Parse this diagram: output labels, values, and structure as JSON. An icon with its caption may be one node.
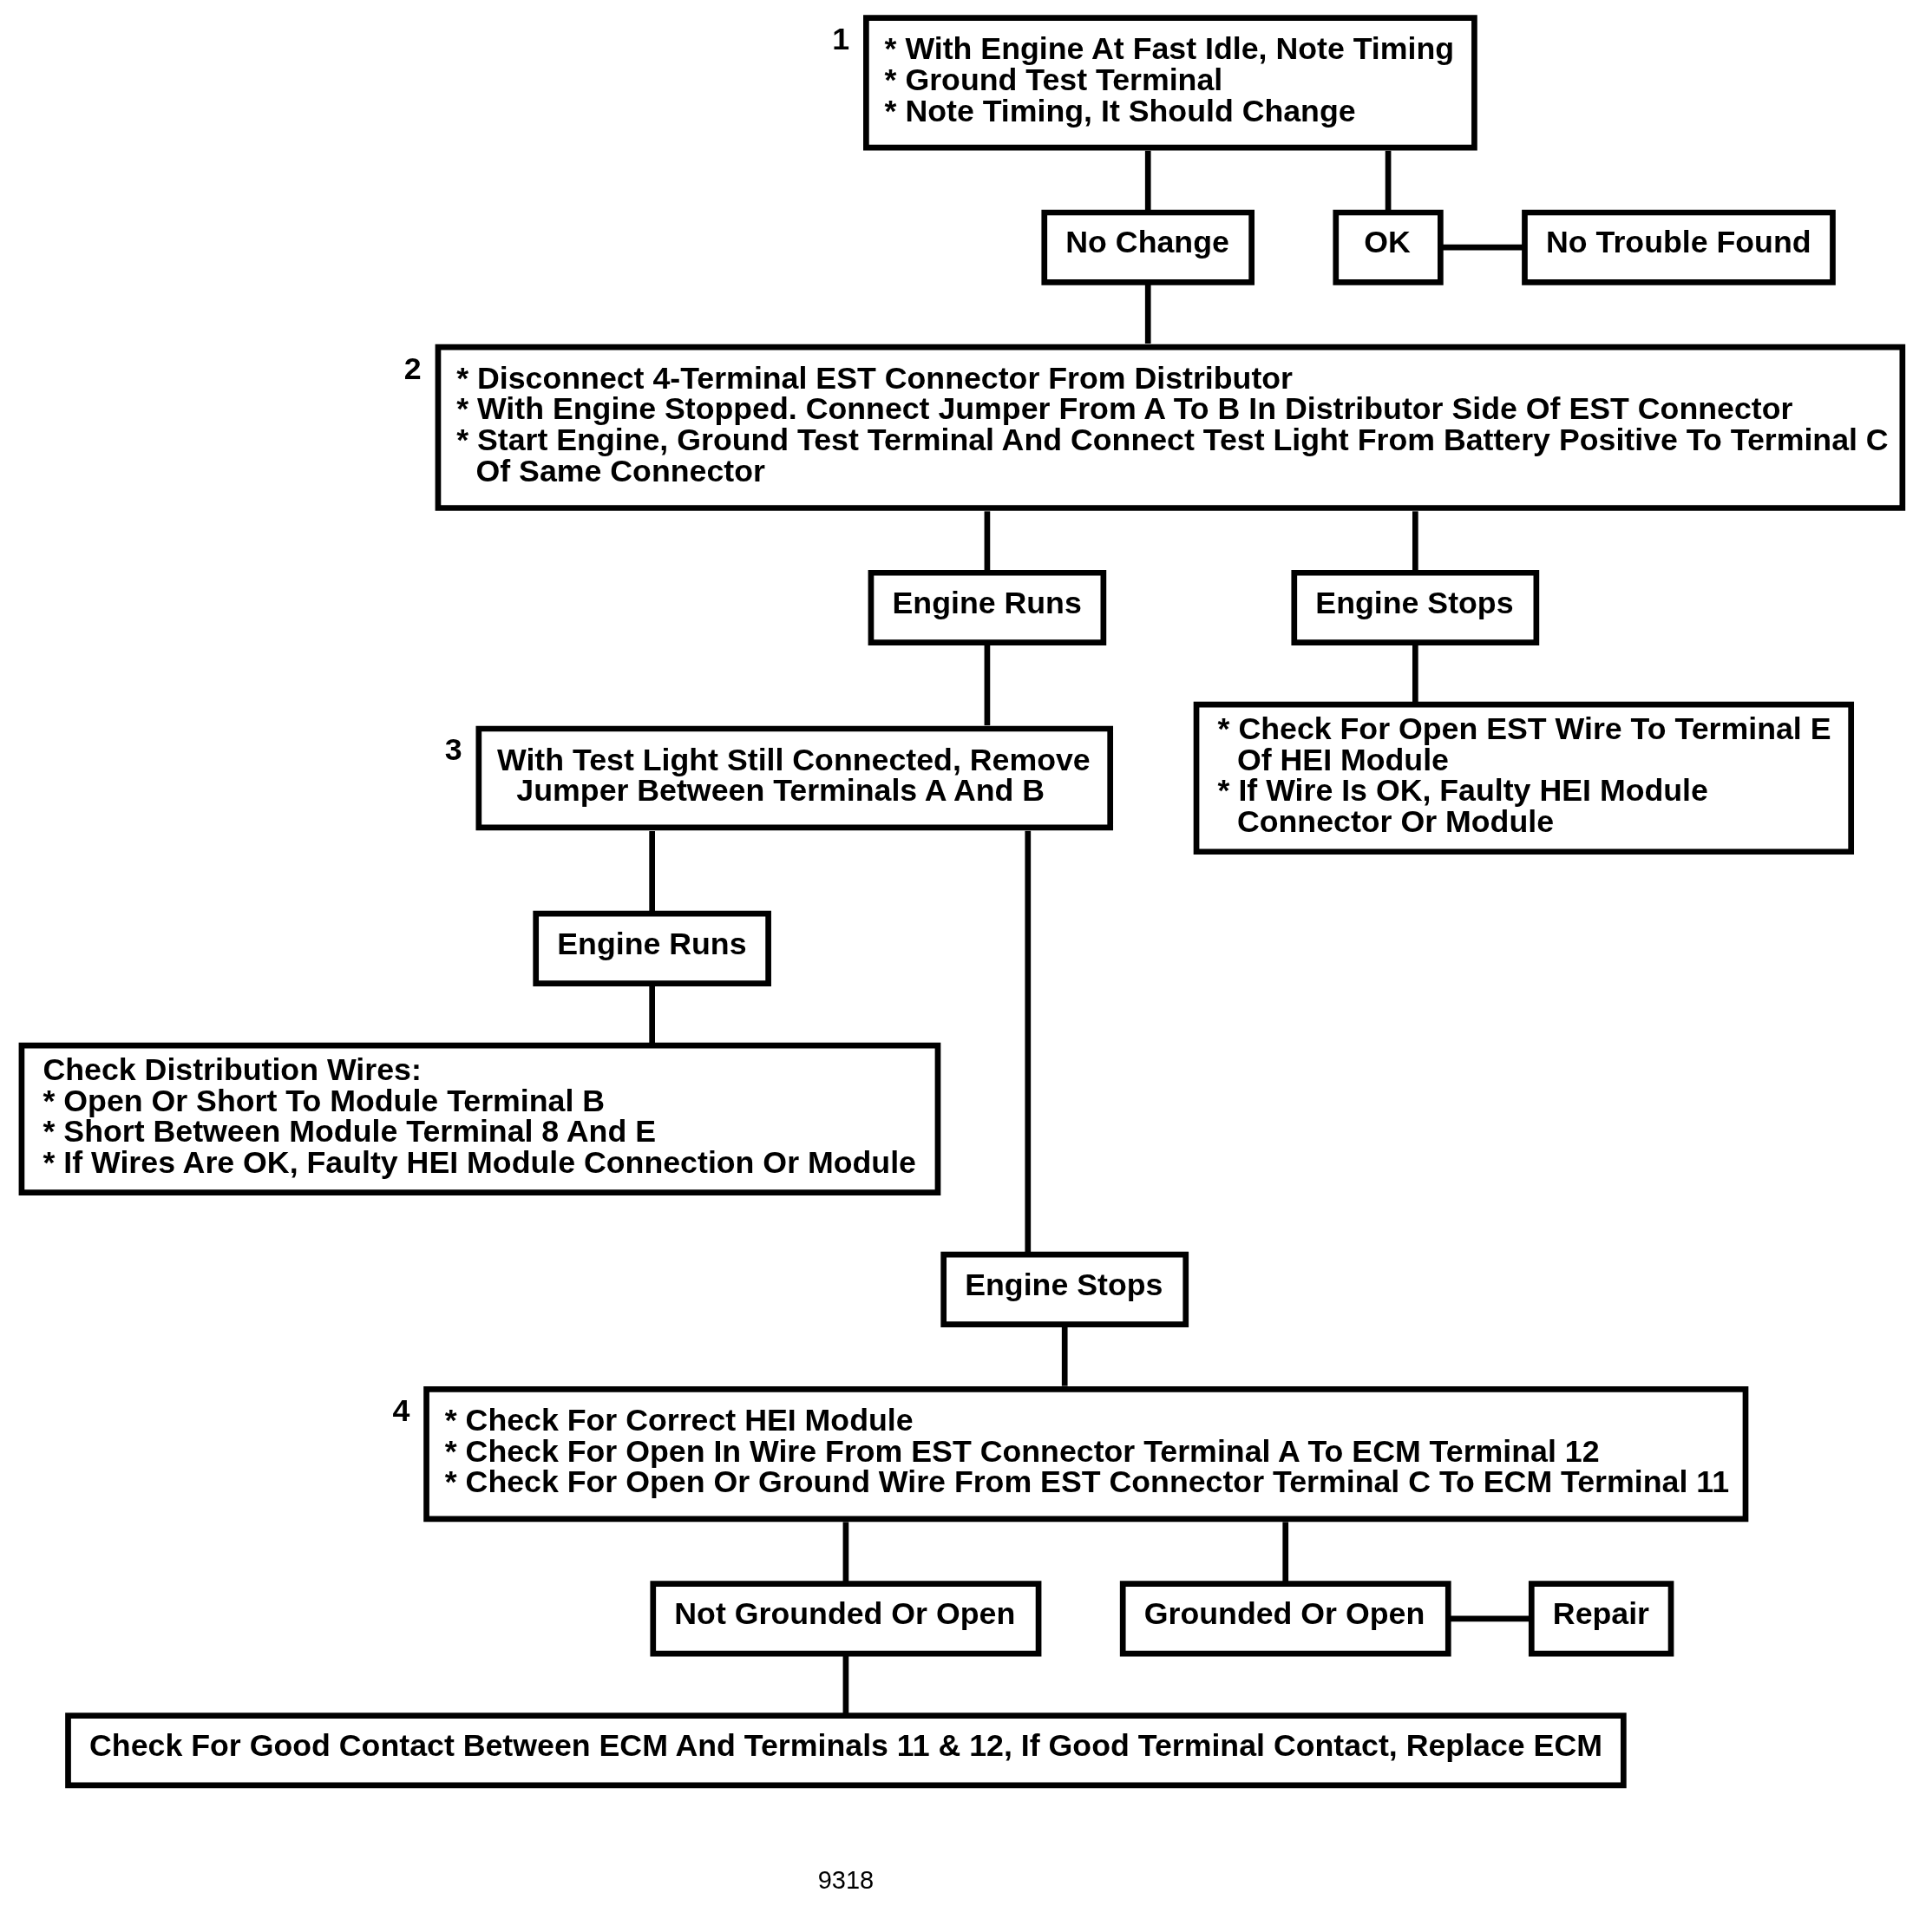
{
  "diagram": {
    "nodes": [
      {
        "text": [
          "* With Engine At Fast Idle, Note Timing",
          "* Ground Test Terminal",
          "* Note Timing, It Should Change"
        ],
        "beside": [
          "1"
        ]
      },
      {
        "text": [
          "No Change"
        ]
      },
      {
        "text": [
          "OK"
        ]
      },
      {
        "text": [
          "No Trouble Found"
        ]
      },
      {
        "text": [
          "* Disconnect 4-Terminal EST Connector From Distributor",
          "* With Engine Stopped. Connect Jumper From A To B In Distributor Side Of EST Connector",
          "* Start Engine, Ground Test Terminal And Connect Test Light From Battery Positive To Terminal C Of Same Connector"
        ],
        "beside": [
          "2"
        ]
      },
      {
        "text": [
          "Engine Runs"
        ]
      },
      {
        "text": [
          "Engine Stops"
        ]
      },
      {
        "text": [
          "With Test Light Still Connected, Remove Jumper Between Terminals A And B"
        ],
        "beside": [
          "3"
        ]
      },
      {
        "text": [
          "* Check For Open EST Wire To Terminal E Of HEI Module",
          "* If Wire Is OK, Faulty HEI Module Connector Or Module"
        ]
      },
      {
        "text": [
          "Engine Runs"
        ]
      },
      {
        "text": [
          "Check Distribution Wires:",
          "* Open Or Short To Module Terminal B",
          "* Short Between Module Terminal 8 And E",
          "* If Wires Are OK, Faulty HEI Module Connection Or Module"
        ]
      },
      {
        "text": [
          "Engine Stops"
        ]
      },
      {
        "text": [
          "* Check For Correct HEI Module",
          "* Check For Open In Wire From EST Connector Terminal A To ECM Terminal 12",
          "* Check For Open Or Ground Wire From EST Connector Terminal C To ECM Terminal 11"
        ],
        "beside": [
          "4"
        ]
      },
      {
        "text": [
          "Not Grounded Or Open"
        ]
      },
      {
        "text": [
          "Grounded Or Open"
        ]
      },
      {
        "text": [
          "Repair"
        ]
      },
      {
        "text": [
          "Check For Good Contact Between ECM And Terminals 11 & 12, If Good Terminal Contact, Replace ECM"
        ]
      }
    ],
    "edges": [
      {
        "from": 0,
        "to": 1,
        "arrow": "none"
      },
      {
        "from": 0,
        "to": 2,
        "arrow": "none"
      },
      {
        "from": 2,
        "to": 3,
        "arrow": "none"
      },
      {
        "from": 1,
        "to": 4,
        "arrow": "none"
      },
      {
        "from": 4,
        "to": 5,
        "arrow": "none"
      },
      {
        "from": 4,
        "to": 6,
        "arrow": "none"
      },
      {
        "from": 5,
        "to": 7,
        "arrow": "none"
      },
      {
        "from": 6,
        "to": 8,
        "arrow": "none"
      },
      {
        "from": 7,
        "to": 9,
        "arrow": "none"
      },
      {
        "from": 9,
        "to": 10,
        "arrow": "none"
      },
      {
        "from": 7,
        "to": 11,
        "arrow": "none"
      },
      {
        "from": 11,
        "to": 12,
        "arrow": "none"
      },
      {
        "from": 12,
        "to": 13,
        "arrow": "none"
      },
      {
        "from": 12,
        "to": 14,
        "arrow": "none"
      },
      {
        "from": 14,
        "to": 15,
        "arrow": "none"
      },
      {
        "from": 13,
        "to": 16,
        "arrow": "none"
      }
    ],
    "labels": [
      "9318"
    ]
  }
}
